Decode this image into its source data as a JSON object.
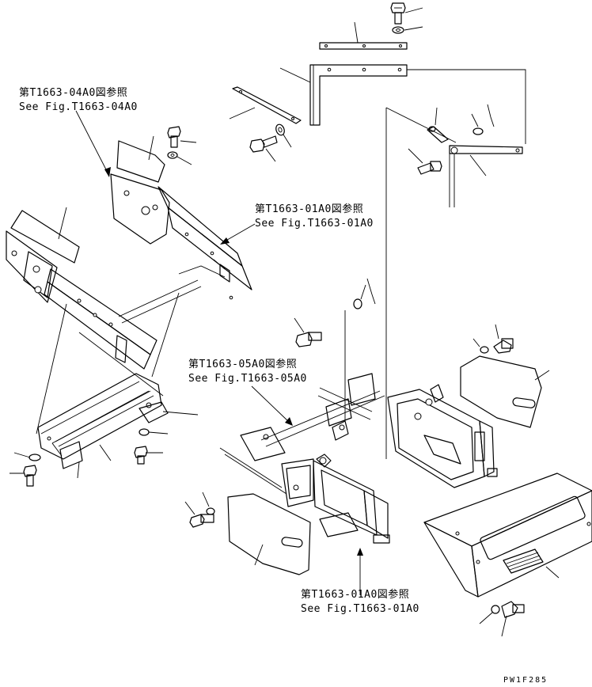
{
  "references": [
    {
      "jp": "第T1663-04A0図参照",
      "en": "See Fig.T1663-04A0"
    },
    {
      "jp": "第T1663-01A0図参照",
      "en": "See Fig.T1663-01A0"
    },
    {
      "jp": "第T1663-05A0図参照",
      "en": "See Fig.T1663-05A0"
    },
    {
      "jp": "第T1663-01A0図参照",
      "en": "See Fig.T1663-01A0"
    }
  ],
  "drawing_code": "PW1F285"
}
